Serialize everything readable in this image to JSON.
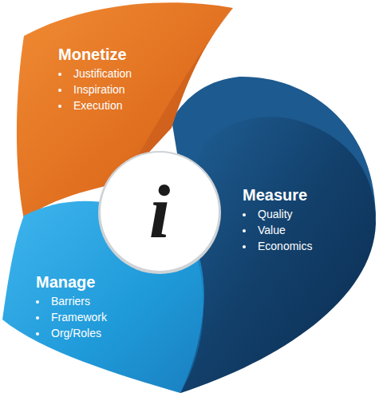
{
  "diagram": {
    "nodes": [
      {
        "text": [
          "Monetize",
          "Justification",
          "Inspiration",
          "Execution"
        ]
      },
      {
        "text": [
          "i"
        ]
      },
      {
        "text": [
          "Measure",
          "Quality",
          "Value",
          "Economics"
        ]
      },
      {
        "text": [
          "Manage",
          "Barriers",
          "Framework",
          "Org/Roles"
        ]
      }
    ]
  }
}
